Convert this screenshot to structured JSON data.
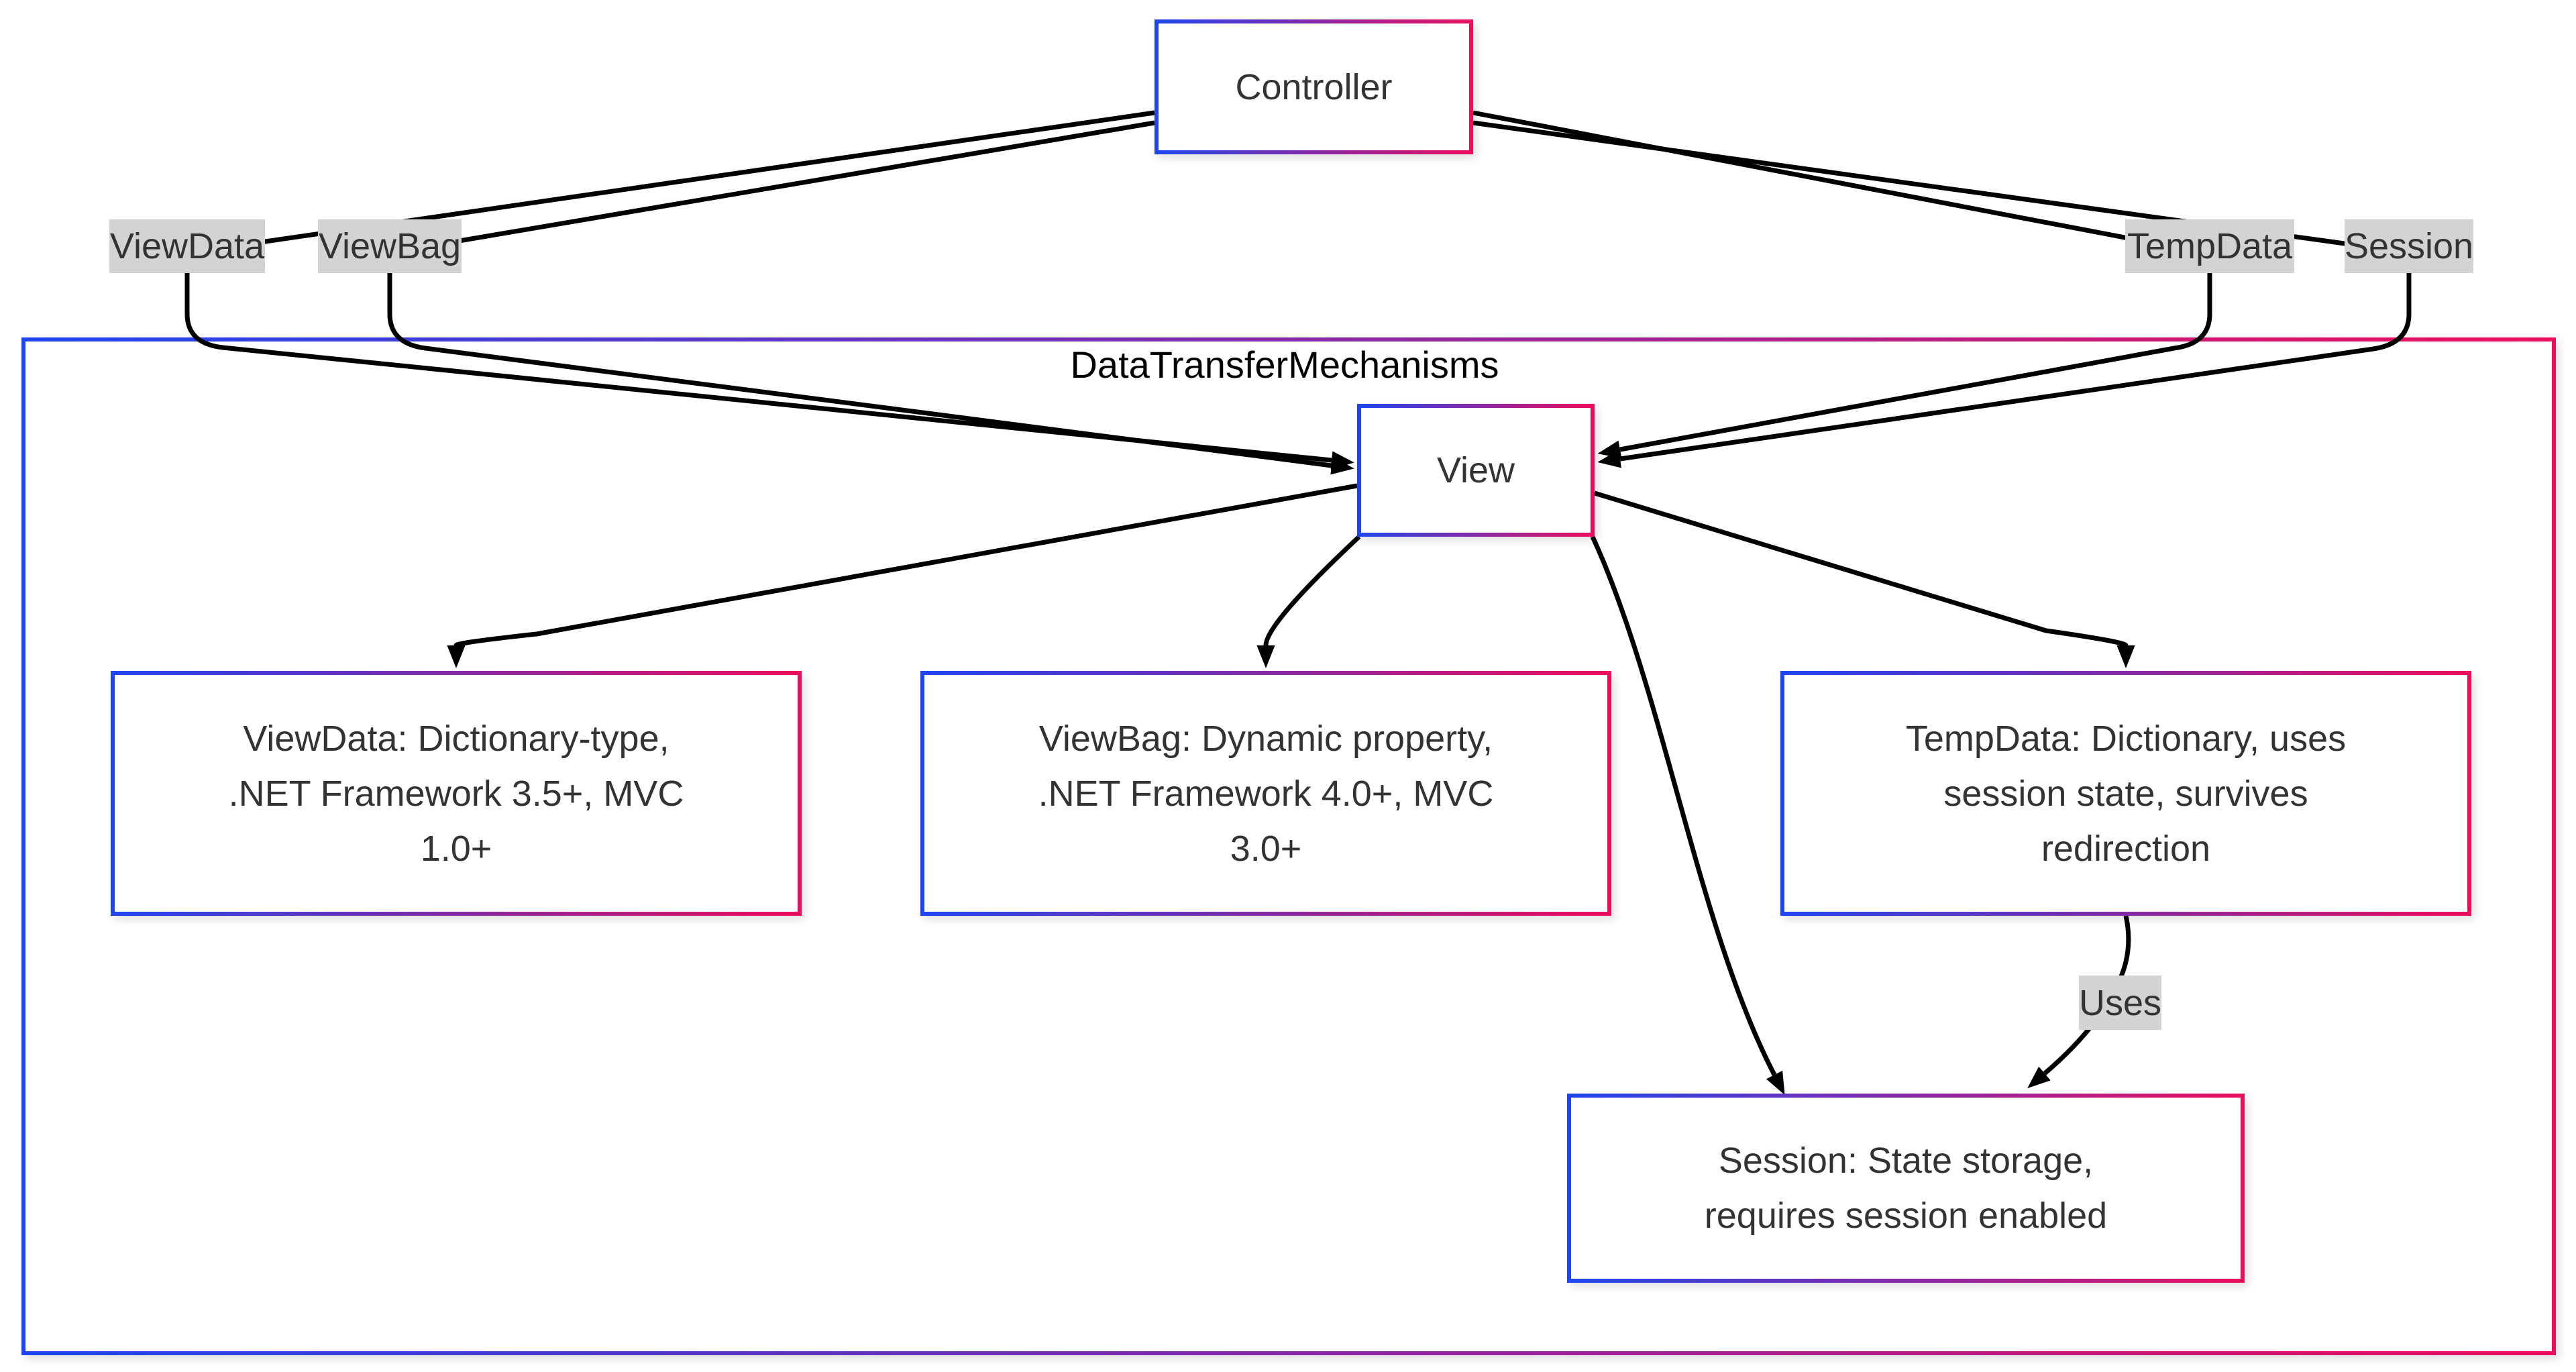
{
  "diagram": {
    "cluster_title": "DataTransferMechanisms",
    "nodes": {
      "controller": {
        "label": "Controller"
      },
      "view": {
        "label": "View"
      },
      "viewdata_desc": {
        "lines": [
          "ViewData: Dictionary-type,",
          ".NET Framework 3.5+, MVC",
          "1.0+"
        ]
      },
      "viewbag_desc": {
        "lines": [
          "ViewBag: Dynamic property,",
          ".NET Framework 4.0+, MVC",
          "3.0+"
        ]
      },
      "tempdata_desc": {
        "lines": [
          "TempData: Dictionary, uses",
          "session state, survives",
          "redirection"
        ]
      },
      "session_desc": {
        "lines": [
          "Session: State storage,",
          "requires session enabled"
        ]
      }
    },
    "edge_labels": {
      "viewdata": "ViewData",
      "viewbag": "ViewBag",
      "tempdata": "TempData",
      "session": "Session",
      "uses": "Uses"
    },
    "colors": {
      "gradient_start": "#1f45f0",
      "gradient_end": "#ec0e5e",
      "edge_color": "#000000",
      "edge_label_bg": "#d3d3d3",
      "node_text": "#333333",
      "title_color": "#000000",
      "node_bg": "#ffffff"
    }
  }
}
